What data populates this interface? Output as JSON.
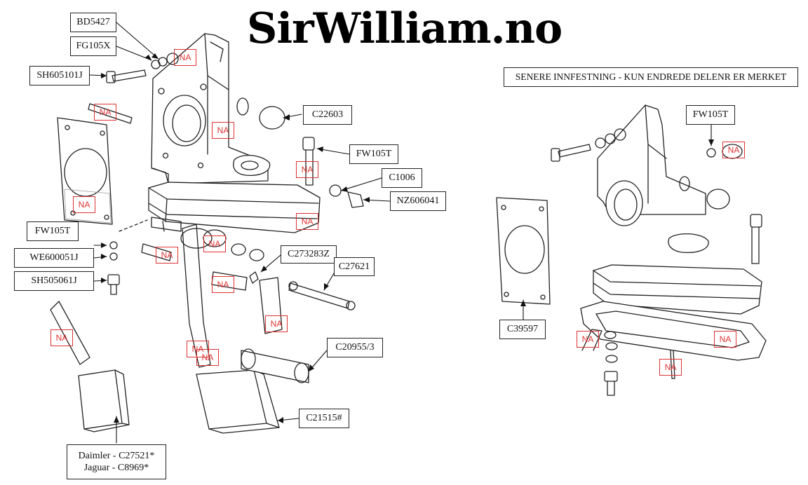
{
  "brand": "SirWilliam.no",
  "note": "SENERE INNFESTNING - KUN ENDREDE DELENR ER MERKET",
  "na_text": "NA",
  "parts": {
    "bd5427": "BD5427",
    "fg105x": "FG105X",
    "sh605101j": "SH605101J",
    "c22603": "C22603",
    "fw105t_top": "FW105T",
    "c1006": "C1006",
    "nz606041": "NZ606041",
    "fw105t_left": "FW105T",
    "we600051j": "WE600051J",
    "sh505061j": "SH505061J",
    "c273283z": "C273283Z",
    "c27621": "C27621",
    "c20955_3": "C20955/3",
    "c21515": "C21515#",
    "fw105t_right": "FW105T",
    "c39597": "C39597"
  },
  "pedal_variants": {
    "daimler": "Daimler - C27521*",
    "jaguar": "Jaguar - C8969*"
  }
}
